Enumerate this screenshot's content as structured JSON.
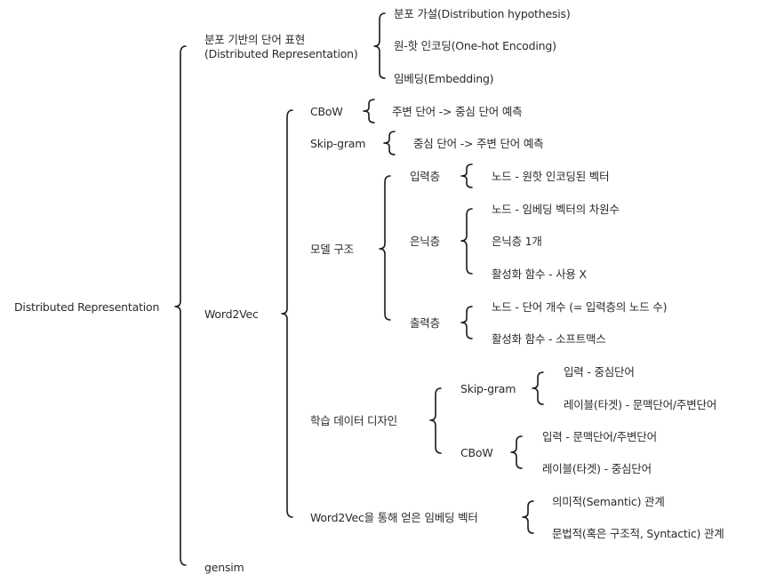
{
  "root": {
    "label": "Distributed Representation"
  },
  "branches": {
    "distributed": {
      "label_line1": "분포 기반의 단어 표현",
      "label_line2": "(Distributed Representation)",
      "children": [
        "분포 가설(Distribution hypothesis)",
        "원-핫 인코딩(One-hot Encoding)",
        "임베딩(Embedding)"
      ]
    },
    "word2vec": {
      "label": "Word2Vec",
      "cbow": {
        "label": "CBoW",
        "child": "주변 단어 -> 중심 단어 예측"
      },
      "skipgram": {
        "label": "Skip-gram",
        "child": "중심 단어 -> 주변 단어 예측"
      },
      "model": {
        "label": "모델 구조",
        "input": {
          "label": "입력층",
          "children": [
            "노드 - 원핫 인코딩된 벡터"
          ]
        },
        "hidden": {
          "label": "은닉층",
          "children": [
            "노드 - 임베딩 벡터의 차원수",
            "은닉층 1개",
            "활성화 함수 - 사용 X"
          ]
        },
        "output": {
          "label": "출력층",
          "children": [
            "노드 - 단어 개수 (= 입력층의 노드 수)",
            "활성화 함수 - 소프트맥스"
          ]
        }
      },
      "training": {
        "label": "학습 데이터 디자인",
        "skipgram": {
          "label": "Skip-gram",
          "children": [
            "입력 - 중심단어",
            "레이블(타겟) - 문맥단어/주변단어"
          ]
        },
        "cbow": {
          "label": "CBoW",
          "children": [
            "입력 - 문맥단어/주변단어",
            "레이블(타겟) - 중심단어"
          ]
        }
      },
      "embedding": {
        "label": "Word2Vec을 통해 얻은 임베딩 벡터",
        "children": [
          "의미적(Semantic) 관계",
          "문법적(혹은 구조적, Syntactic) 관계"
        ]
      }
    },
    "gensim": {
      "label": "gensim"
    }
  }
}
